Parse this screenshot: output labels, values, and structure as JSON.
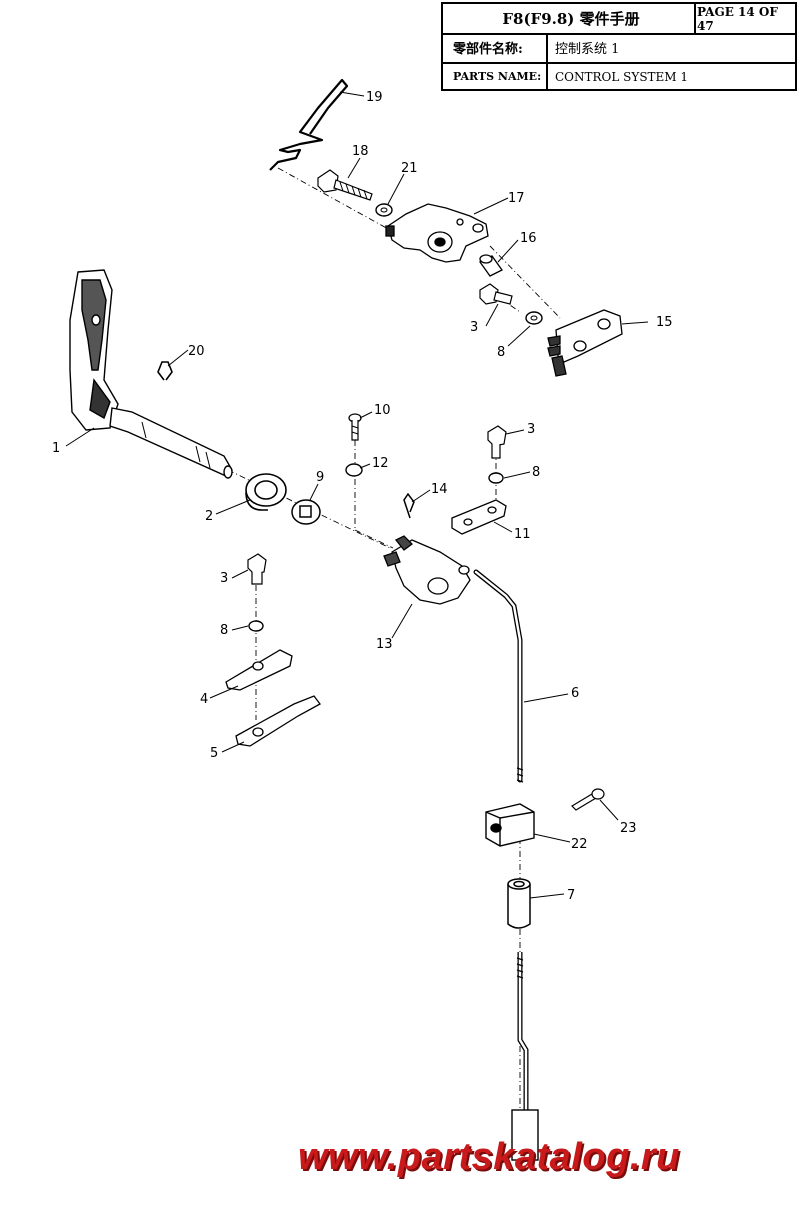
{
  "header": {
    "model_title": "F8(F9.8) 零件手册",
    "page": "PAGE 14 OF 47",
    "cn_label": "零部件名称:",
    "cn_value": "控制系统 1",
    "en_label": "PARTS NAME:",
    "en_value": "CONTROL SYSTEM 1"
  },
  "callouts": [
    "1",
    "2",
    "3",
    "3",
    "3",
    "4",
    "5",
    "6",
    "7",
    "8",
    "8",
    "8",
    "9",
    "10",
    "11",
    "12",
    "13",
    "14",
    "15",
    "16",
    "17",
    "18",
    "19",
    "20",
    "21",
    "22",
    "23"
  ],
  "watermark": "www.partskatalog.ru"
}
